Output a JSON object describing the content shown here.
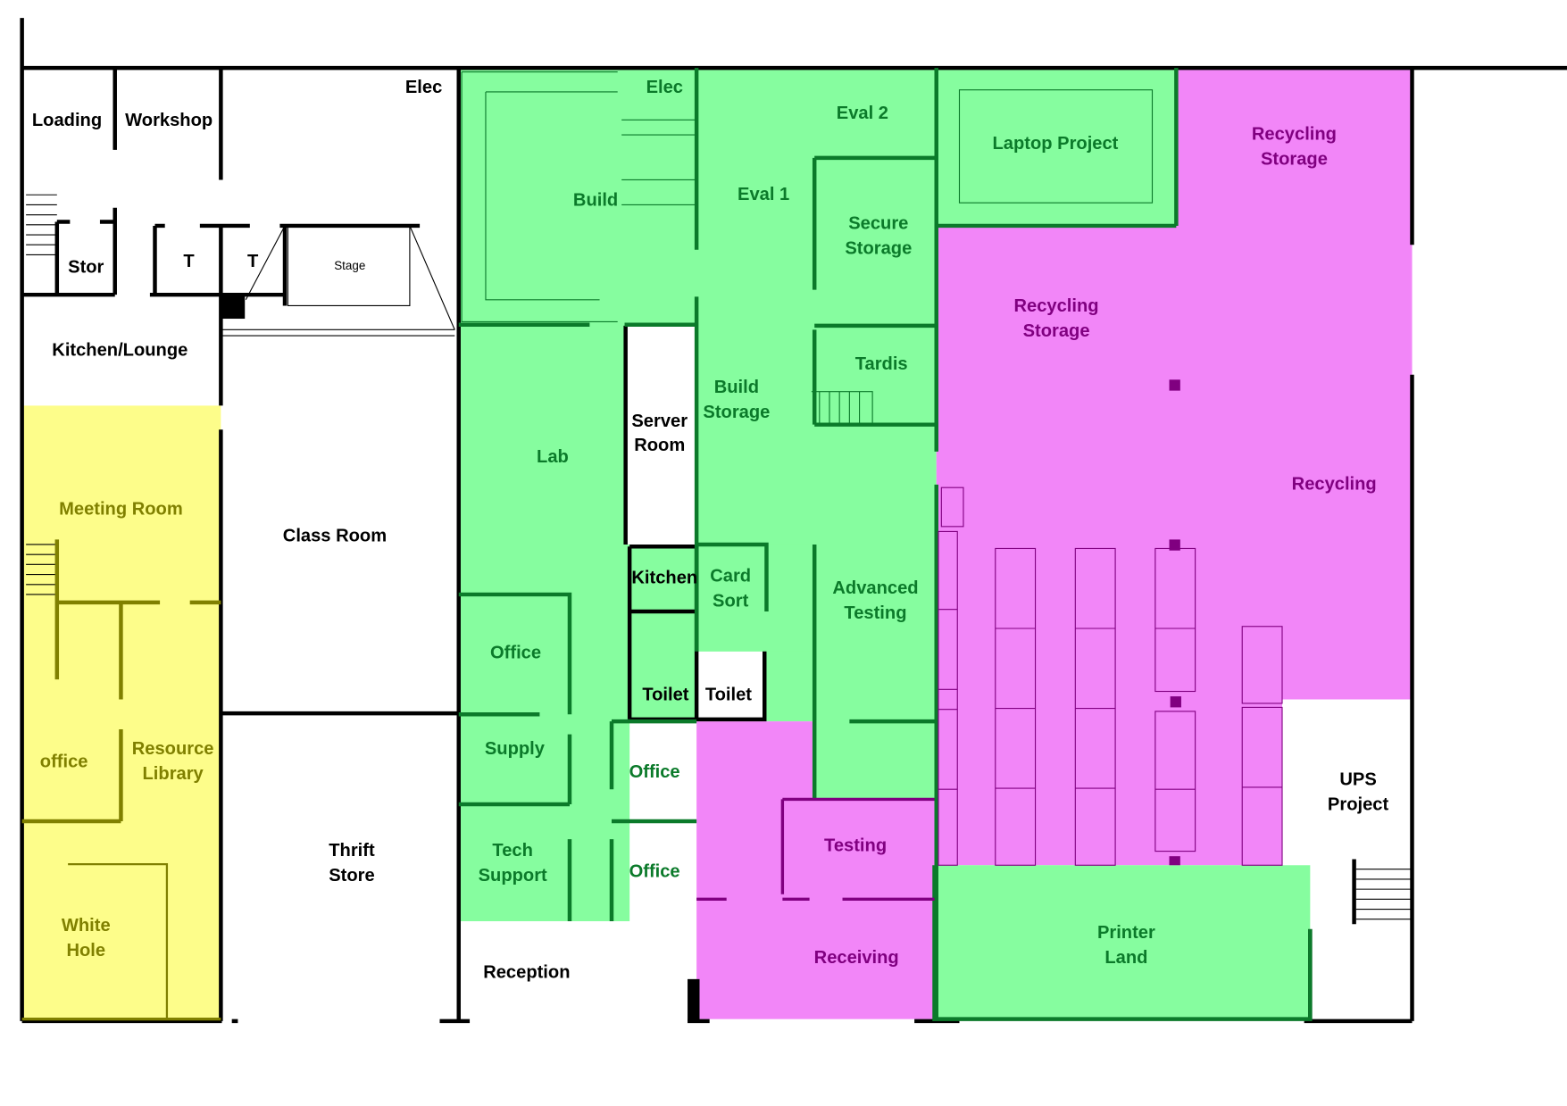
{
  "title": "Floor plan",
  "colors": {
    "zone_green": "#86fd9f",
    "zone_magenta": "#f286f8",
    "zone_yellow": "#fdfd8a",
    "text_green": "#0b7a2a",
    "text_purple": "#800080",
    "text_olive": "#808000"
  },
  "rooms": {
    "loading": [
      "Loading"
    ],
    "workshop": [
      "Workshop"
    ],
    "elec_left": [
      "Elec"
    ],
    "stor": [
      "Stor"
    ],
    "t1": [
      "T"
    ],
    "t2": [
      "T"
    ],
    "stage": [
      "Stage"
    ],
    "kitchen_lounge": [
      "Kitchen/Lounge"
    ],
    "class_room": [
      "Class Room"
    ],
    "thrift_store": [
      "Thrift",
      "Store"
    ],
    "reception": [
      "Reception"
    ],
    "server_room": [
      "Server",
      "Room"
    ],
    "kitchen": [
      "Kitchen"
    ],
    "toilet1": [
      "Toilet"
    ],
    "toilet2": [
      "Toilet"
    ],
    "ups_project": [
      "UPS",
      "Project"
    ],
    "elec_green": [
      "Elec"
    ],
    "build": [
      "Build"
    ],
    "eval2": [
      "Eval 2"
    ],
    "eval1": [
      "Eval 1"
    ],
    "secure_storage": [
      "Secure",
      "Storage"
    ],
    "tardis": [
      "Tardis"
    ],
    "build_storage": [
      "Build",
      "Storage"
    ],
    "lab": [
      "Lab"
    ],
    "card_sort": [
      "Card",
      "Sort"
    ],
    "advanced_testing": [
      "Advanced",
      "Testing"
    ],
    "office1": [
      "Office"
    ],
    "supply": [
      "Supply"
    ],
    "office2": [
      "Office"
    ],
    "tech_support": [
      "Tech",
      "Support"
    ],
    "office3": [
      "Office"
    ],
    "laptop_project": [
      "Laptop Project"
    ],
    "printer_land": [
      "Printer",
      "Land"
    ],
    "recycling_storage1": [
      "Recycling",
      "Storage"
    ],
    "recycling_storage2": [
      "Recycling",
      "Storage"
    ],
    "recycling": [
      "Recycling"
    ],
    "testing": [
      "Testing"
    ],
    "receiving": [
      "Receiving"
    ],
    "meeting_room": [
      "Meeting Room"
    ],
    "office_small": [
      "office"
    ],
    "resource_library": [
      "Resource",
      "Library"
    ],
    "white_hole": [
      "White",
      "Hole"
    ]
  }
}
